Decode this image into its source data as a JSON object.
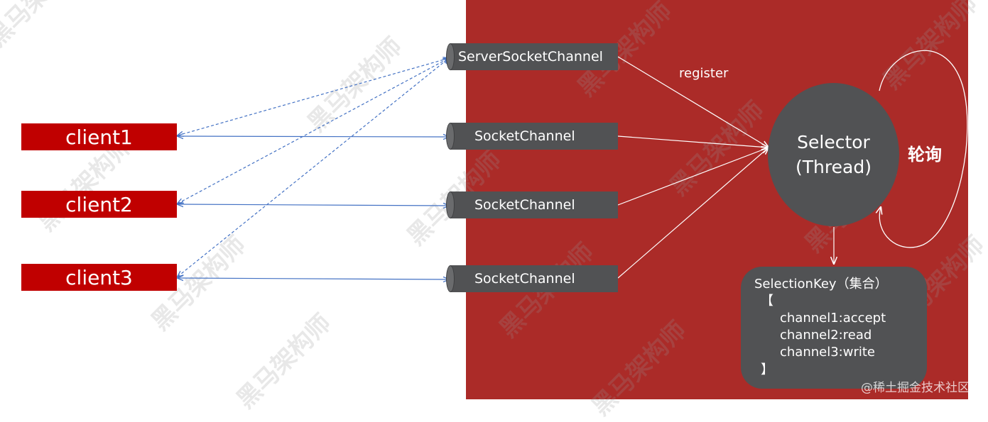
{
  "clients": [
    {
      "id": "client1",
      "label": "client1"
    },
    {
      "id": "client2",
      "label": "client2"
    },
    {
      "id": "client3",
      "label": "client3"
    }
  ],
  "channels": [
    {
      "id": "server",
      "label": "ServerSocketChannel"
    },
    {
      "id": "sc1",
      "label": "SocketChannel"
    },
    {
      "id": "sc2",
      "label": "SocketChannel"
    },
    {
      "id": "sc3",
      "label": "SocketChannel"
    }
  ],
  "selector": {
    "line1": "Selector",
    "line2": "(Thread)"
  },
  "register_label": "register",
  "poll_label": "轮询",
  "selection_key": {
    "title": "SelectionKey（集合）",
    "open_bracket": "【",
    "entries": [
      "channel1:accept",
      "channel2:read",
      "channel3:write"
    ],
    "close_bracket": "】"
  },
  "watermark": "黑马架构师",
  "attribution": "@稀土掘金技术社区",
  "colors": {
    "client_red": "#c00000",
    "panel_red": "#ab2b28",
    "node_gray": "#515254",
    "link_blue": "#4472c4",
    "arrow_white": "#ffffff"
  }
}
